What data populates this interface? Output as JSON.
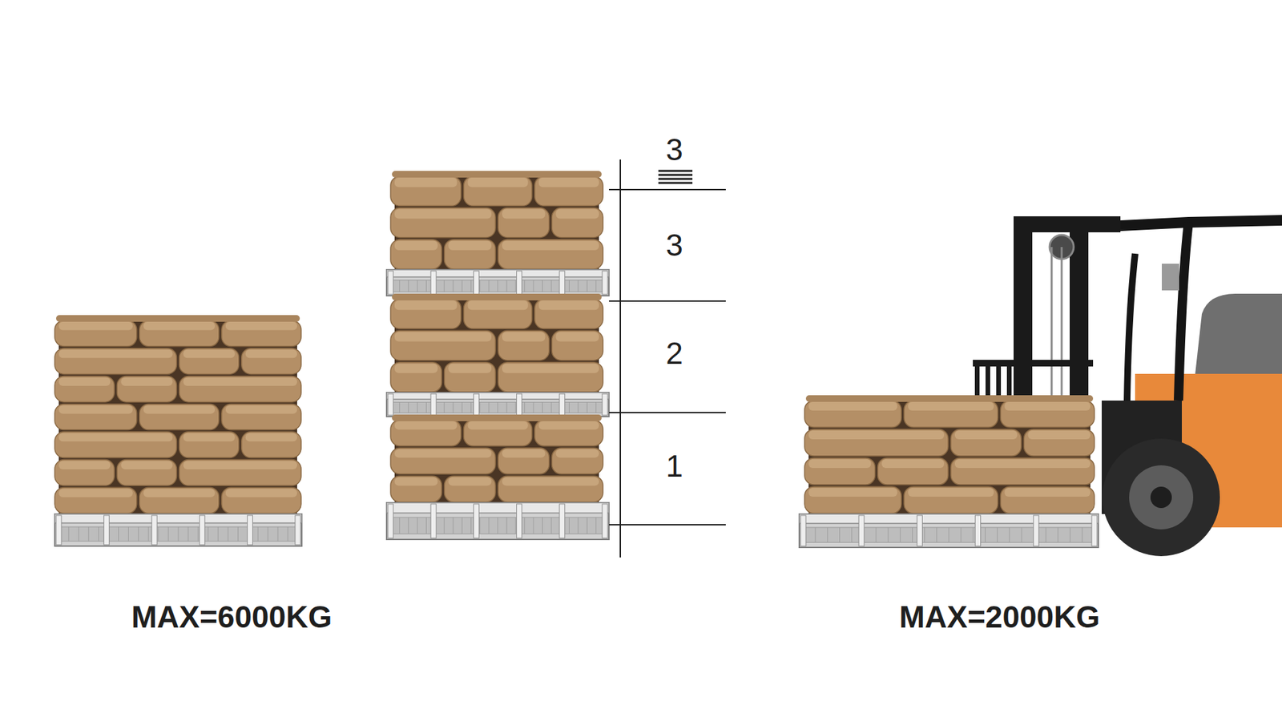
{
  "diagram": {
    "labels": [
      "3",
      "3",
      "2",
      "1",
      "MAX=6000KG",
      "MAX=2000KG"
    ]
  }
}
